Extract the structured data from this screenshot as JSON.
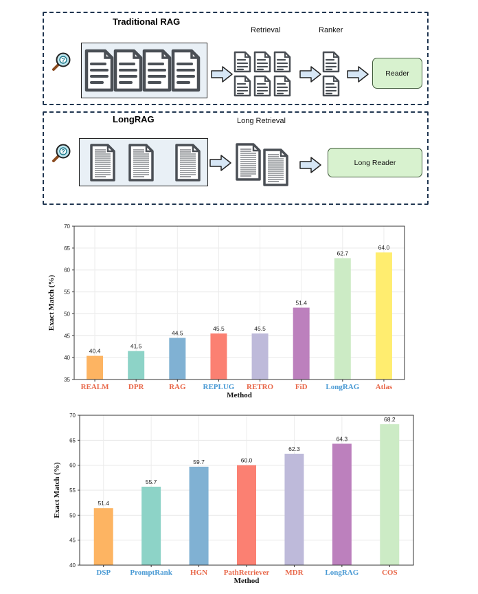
{
  "diagram": {
    "traditional": {
      "title": "Traditional RAG",
      "retrieval_label": "Retrieval",
      "ranker_label": "Ranker",
      "reader_label": "Reader"
    },
    "longrag": {
      "title": "LongRAG",
      "retrieval_label": "Long Retrieval",
      "reader_label": "Long Reader"
    },
    "colors": {
      "border": "#1f3550",
      "reader_fill": "#d8f2cf",
      "arrow_fill": "#d6e6f5"
    }
  },
  "chart_data": [
    {
      "type": "bar",
      "categories": [
        "REALM",
        "DPR",
        "RAG",
        "REPLUG",
        "RETRO",
        "FiD",
        "LongRAG",
        "Atlas"
      ],
      "values": [
        40.4,
        41.5,
        44.5,
        45.5,
        45.5,
        51.4,
        62.7,
        64.0
      ],
      "value_labels": [
        "40.4",
        "41.5",
        "44.5",
        "45.5",
        "45.5",
        "51.4",
        "62.7",
        "64.0"
      ],
      "bar_colors": [
        "#fdb462",
        "#8dd3c7",
        "#80b1d3",
        "#fb8072",
        "#bebada",
        "#bc80bd",
        "#ccebc5",
        "#ffed6f"
      ],
      "category_colors": [
        "#e8684a",
        "#e8684a",
        "#e8684a",
        "#4a9ad4",
        "#e8684a",
        "#e8684a",
        "#4a9ad4",
        "#e8684a"
      ],
      "xlabel": "Method",
      "ylabel": "Exact Match (%)",
      "ylim": [
        35,
        70
      ],
      "yticks": [
        "35",
        "40",
        "45",
        "50",
        "55",
        "60",
        "65",
        "70"
      ],
      "grid": true
    },
    {
      "type": "bar",
      "categories": [
        "DSP",
        "PromptRank",
        "HGN",
        "PathRetriever",
        "MDR",
        "LongRAG",
        "COS"
      ],
      "values": [
        51.4,
        55.7,
        59.7,
        60.0,
        62.3,
        64.3,
        68.2
      ],
      "value_labels": [
        "51.4",
        "55.7",
        "59.7",
        "60.0",
        "62.3",
        "64.3",
        "68.2"
      ],
      "bar_colors": [
        "#fdb462",
        "#8dd3c7",
        "#80b1d3",
        "#fb8072",
        "#bebada",
        "#bc80bd",
        "#ccebc5"
      ],
      "category_colors": [
        "#4a9ad4",
        "#4a9ad4",
        "#e8684a",
        "#e8684a",
        "#e8684a",
        "#4a9ad4",
        "#e8684a"
      ],
      "xlabel": "Method",
      "ylabel": "Exact Match (%)",
      "ylim": [
        40,
        70
      ],
      "yticks": [
        "40",
        "45",
        "50",
        "55",
        "60",
        "65",
        "70"
      ],
      "grid": true
    }
  ]
}
